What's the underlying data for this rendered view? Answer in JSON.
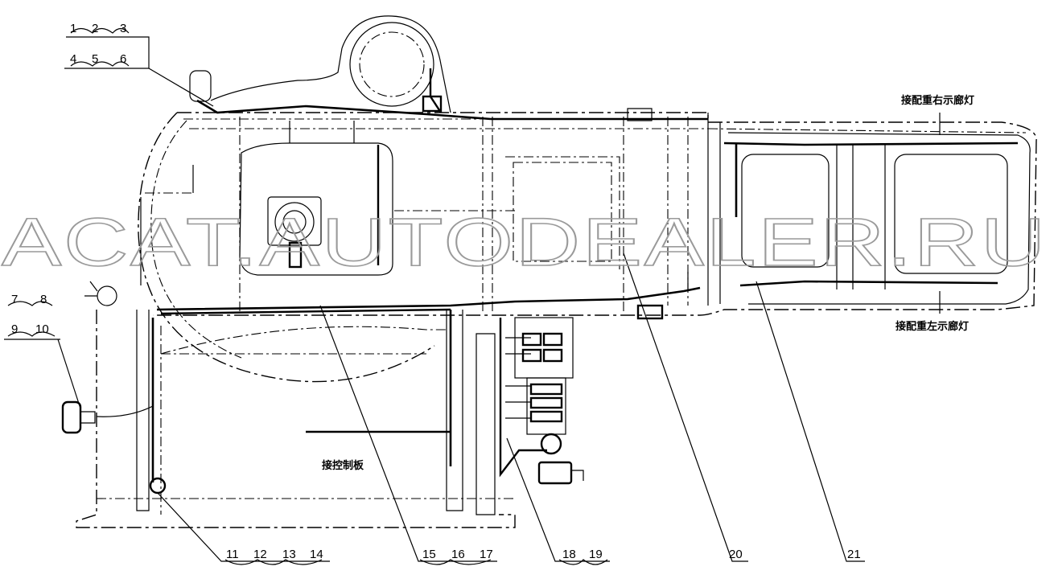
{
  "callouts": {
    "g1": [
      "1",
      "2",
      "3"
    ],
    "g2": [
      "4",
      "5",
      "6"
    ],
    "g3": [
      "7",
      "8"
    ],
    "g4": [
      "9",
      "10"
    ],
    "g5": [
      "11",
      "12",
      "13",
      "14"
    ],
    "g6": [
      "15",
      "16",
      "17"
    ],
    "g7": [
      "18",
      "19"
    ],
    "g8": [
      "20"
    ],
    "g9": [
      "21"
    ]
  },
  "labels": {
    "right_marker": "接配重右示廊灯",
    "left_marker": "接配重左示廊灯",
    "control_panel": "接控制板"
  },
  "watermark": "ACAT.AUTODEALER.RU"
}
